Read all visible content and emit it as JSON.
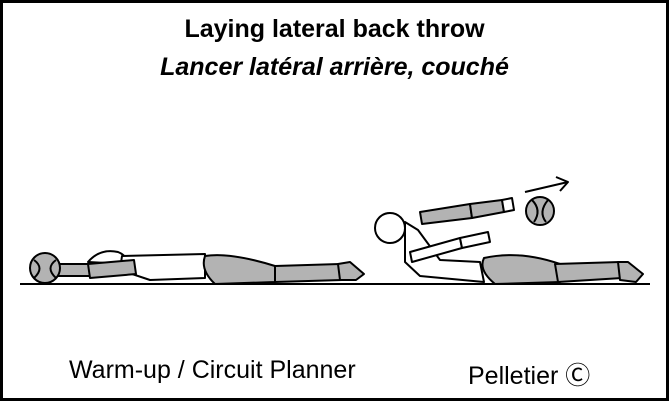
{
  "title": "Laying lateral back throw",
  "subtitle": "Lancer latéral arrière, couché",
  "footer": {
    "left": "Warm-up / Circuit Planner",
    "right": "Pelletier Ⓒ"
  },
  "colors": {
    "limb": "#b3b3b3",
    "line": "#000000"
  }
}
